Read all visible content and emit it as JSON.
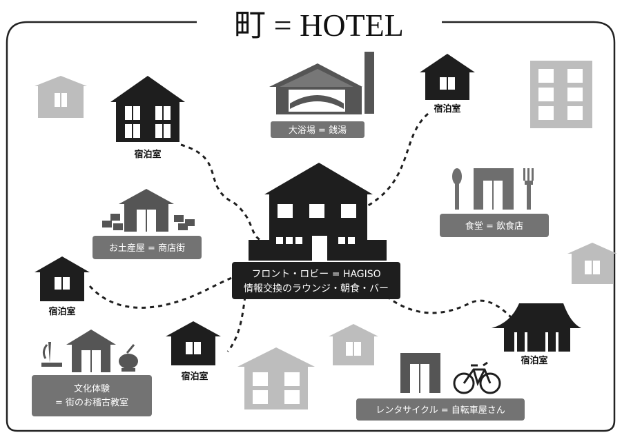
{
  "title": "町 = HOTEL",
  "center": {
    "line1": "フロント・ロビー = HAGISO",
    "line2": "情報交換のラウンジ・朝食・バー"
  },
  "places": {
    "bath": "大浴場 = 銭湯",
    "dining": "食堂 = 飲食店",
    "souvenir": "お土産屋 = 商店街",
    "culture_line1": "文化体験",
    "culture_line2": "= 街のお稽古教室",
    "bicycle": "レンタサイクル = 自転車屋さん"
  },
  "rooms": {
    "room_top_left": "宿泊室",
    "room_top_right": "宿泊室",
    "room_left": "宿泊室",
    "room_bottom": "宿泊室",
    "room_right": "宿泊室"
  },
  "colors": {
    "dark": "#1e1e1e",
    "mid_gray": "#6e6e6e",
    "light_gray": "#bdbdbd",
    "label_bg": "#737373"
  }
}
